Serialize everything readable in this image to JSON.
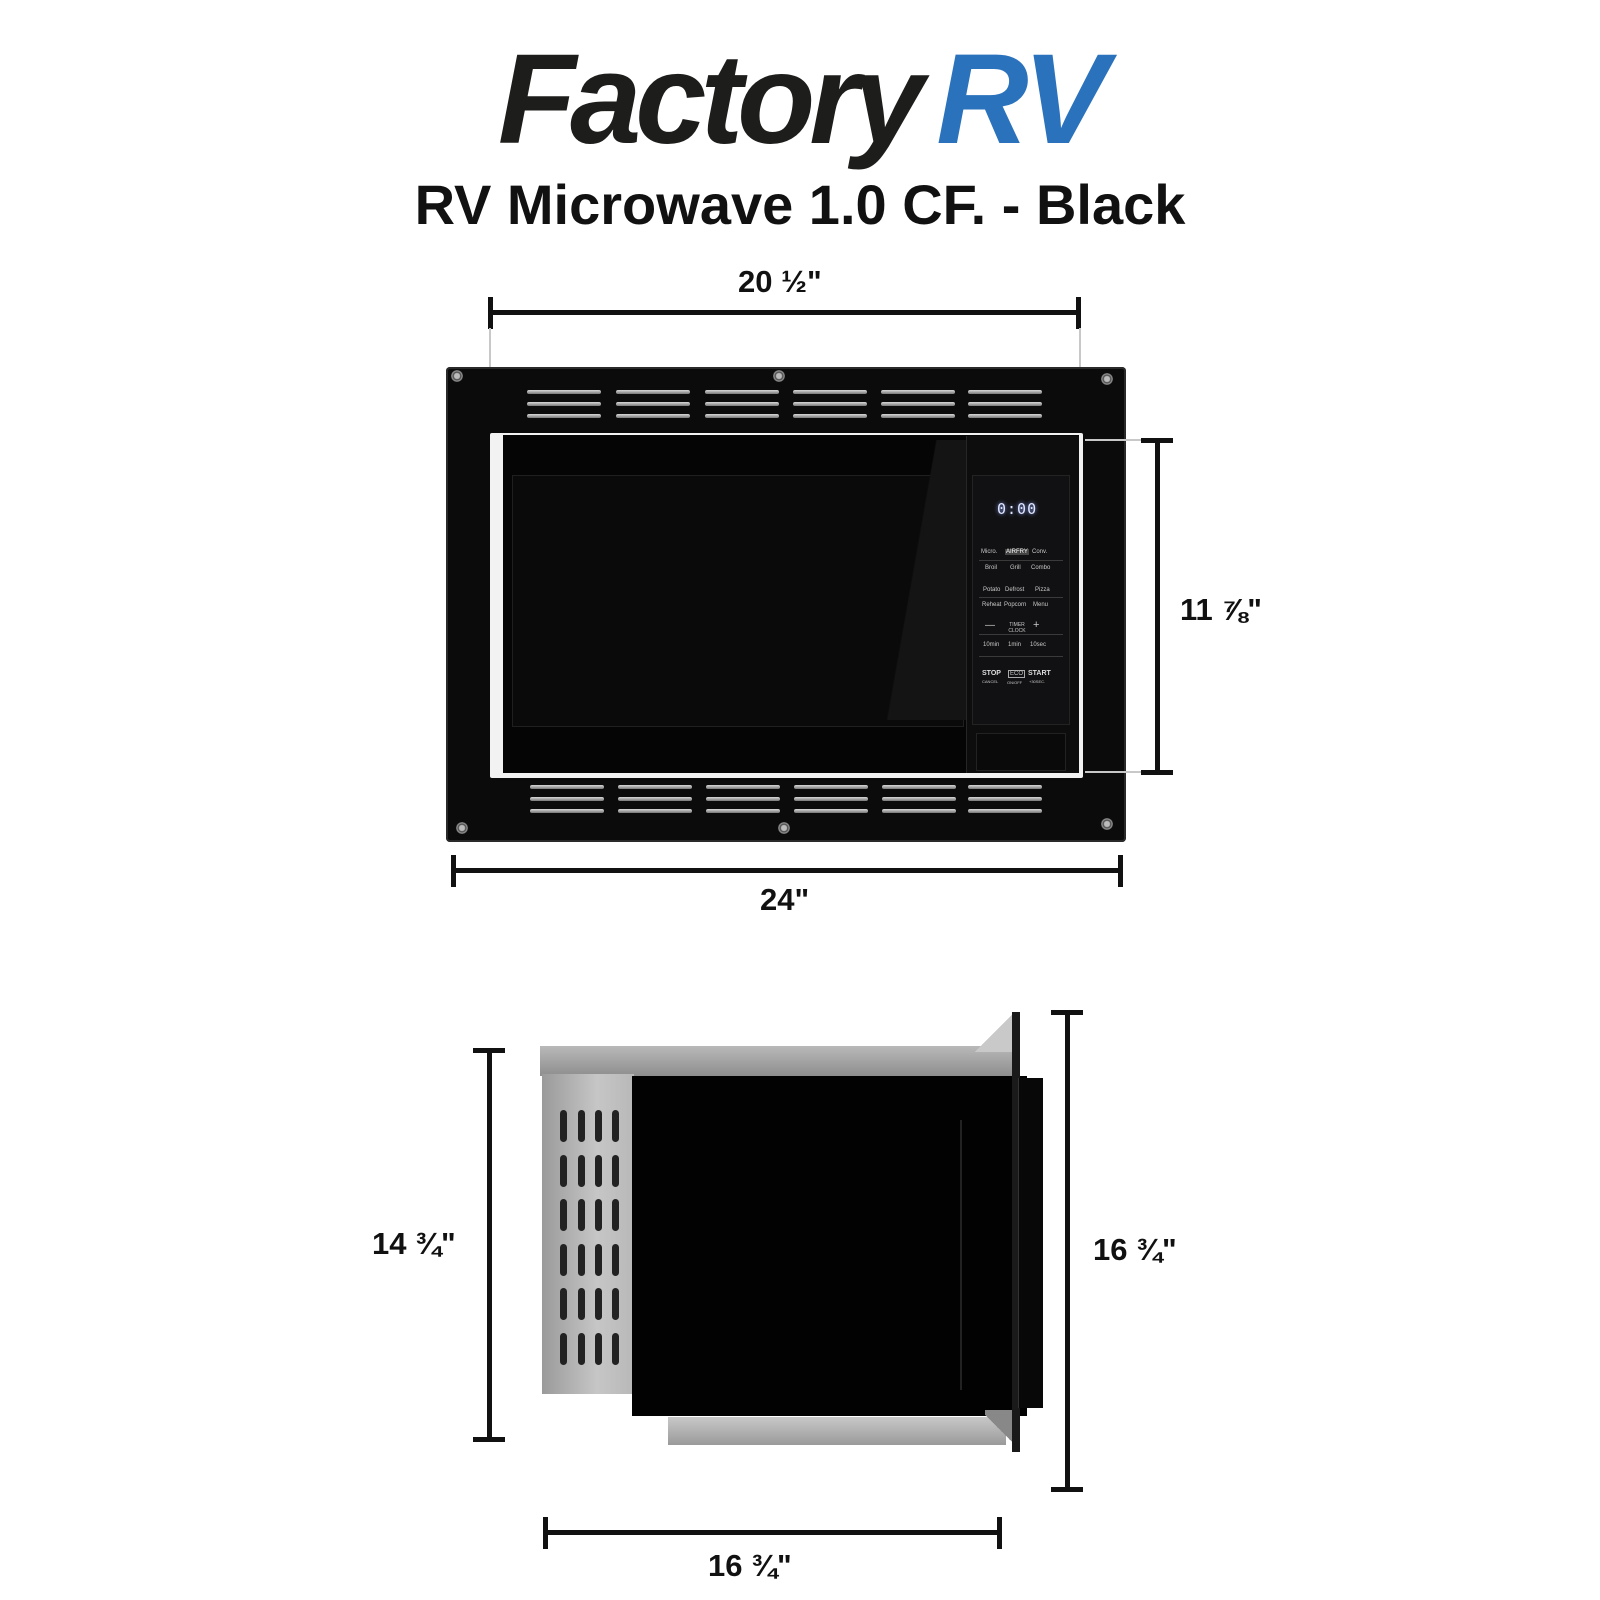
{
  "brand": {
    "logo_part1": "Factory",
    "logo_part2": "RV",
    "colors": {
      "blue": "#2b72bd",
      "black": "#1d1d1b"
    }
  },
  "product": {
    "title": "RV Microwave 1.0 CF. - Black"
  },
  "front_view": {
    "dimensions": {
      "microwave_width": "20 ½\"",
      "microwave_height": "11 ⅞\"",
      "trim_width": "24\""
    },
    "control_panel": {
      "display": "0:00",
      "rows": [
        [
          "Micro.",
          "AIRFRY",
          "Conv."
        ],
        [
          "Broil",
          "Grill",
          "Combo"
        ],
        [
          "Potato",
          "Defrost",
          "Pizza"
        ],
        [
          "Reheat",
          "Popcorn",
          "Menu"
        ],
        [
          "—",
          "TIMER CLOCK",
          "+"
        ],
        [
          "10min",
          "1min",
          "10sec"
        ]
      ],
      "bottom_buttons": [
        {
          "label": "STOP",
          "sub": "CANCEL"
        },
        {
          "label": "ECO",
          "sub": "ON/OFF"
        },
        {
          "label": "START",
          "sub": "+30SEC."
        }
      ]
    }
  },
  "side_view": {
    "dimensions": {
      "body_height": "14 ¾\"",
      "total_height": "16 ¾\"",
      "depth": "16 ¾\""
    }
  }
}
